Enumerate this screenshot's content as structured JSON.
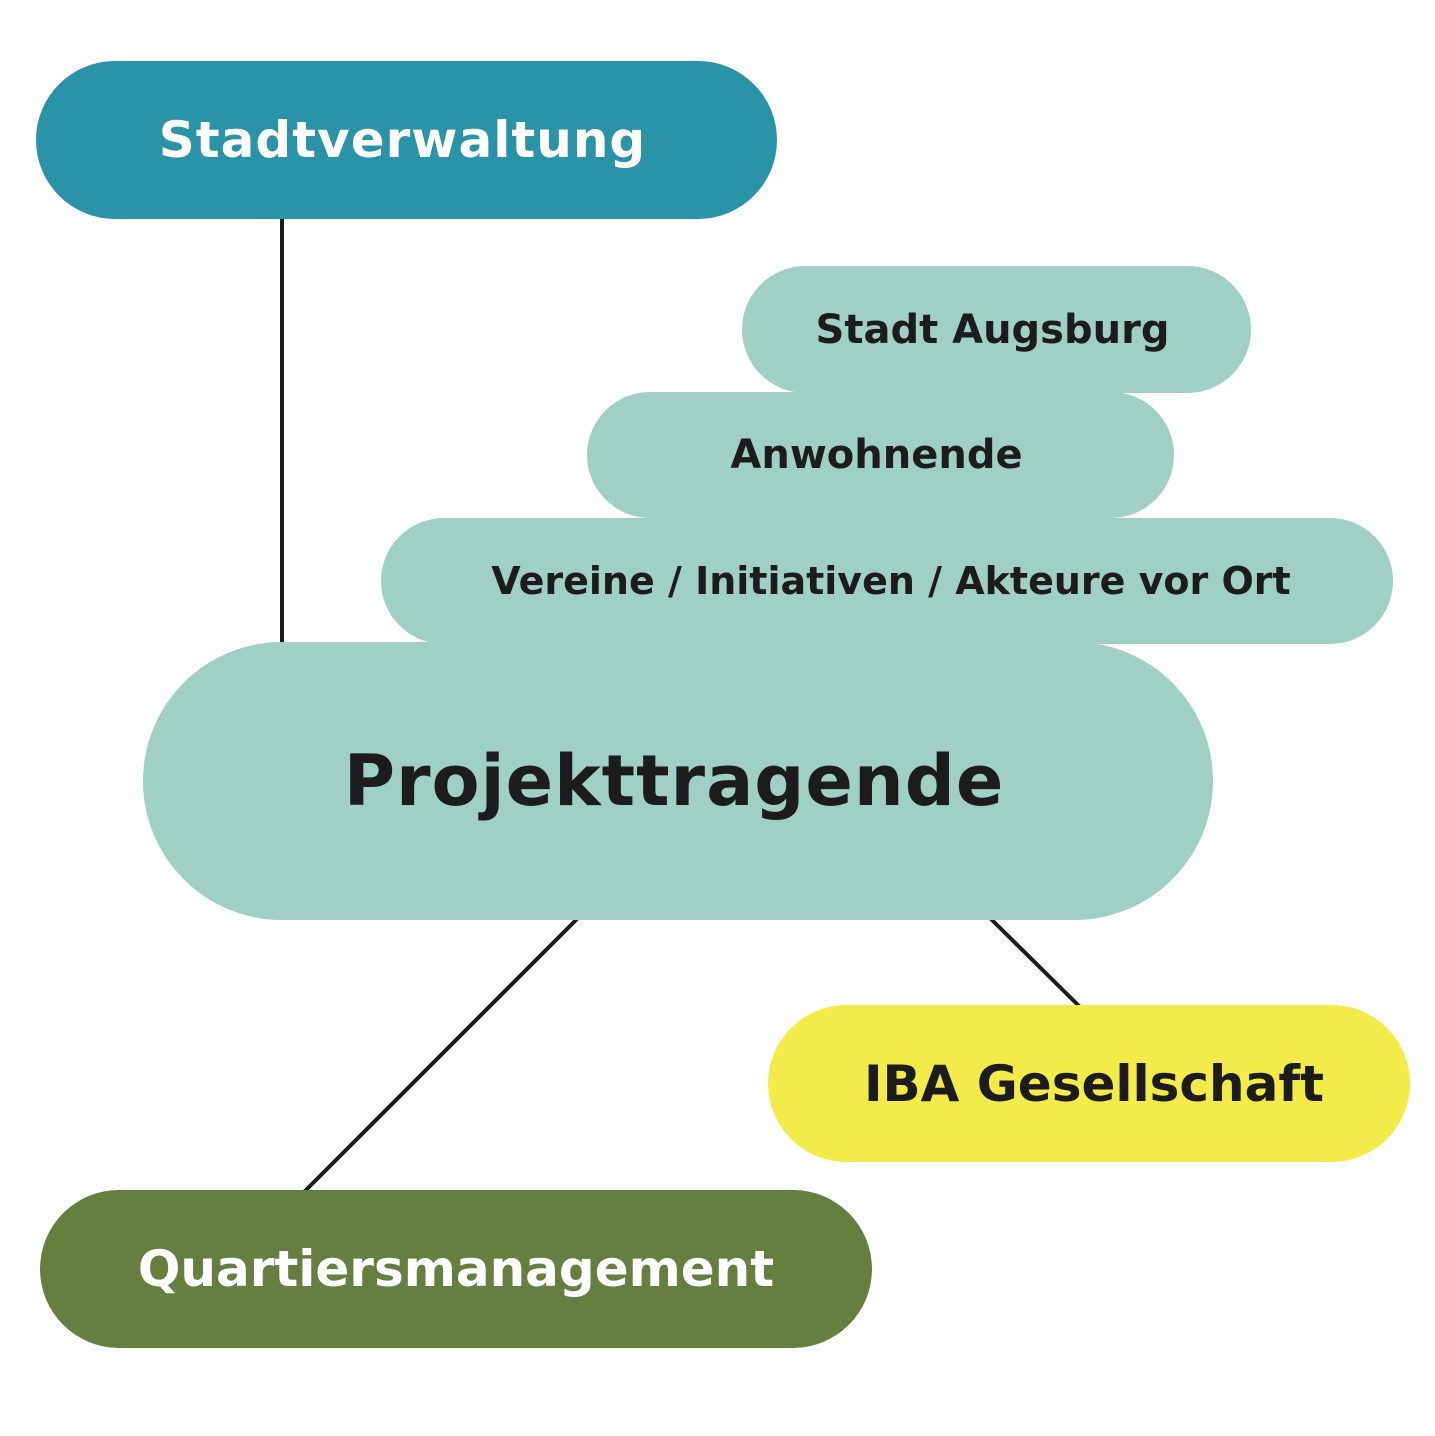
{
  "colors": {
    "background": "#ffffff",
    "teal_blue": "#2b93a8",
    "mint": "#a0cfc4",
    "yellow": "#f3eb4a",
    "olive_green": "#667e40",
    "line": "#1c1c1c",
    "dark_text": "#1c1c1c",
    "light_text": "#ffffff"
  },
  "nodes": {
    "stadtverwaltung": {
      "label": "Stadtverwaltung",
      "fill": "#2b93a8"
    },
    "stadt_augsburg": {
      "label": "Stadt Augsburg",
      "fill": "#a0cfc4"
    },
    "anwohnende": {
      "label": "Anwohnende",
      "fill": "#a0cfc4"
    },
    "vereine": {
      "label": "Vereine / Initiativen / Akteure vor Ort",
      "fill": "#a0cfc4"
    },
    "projekttragende": {
      "label": "Projekttragende",
      "fill": "#a0cfc4"
    },
    "iba_gesellschaft": {
      "label": "IBA Gesellschaft",
      "fill": "#f3eb4a"
    },
    "quartiersmanagement": {
      "label": "Quartiersmanagement",
      "fill": "#667e40"
    }
  },
  "edges": [
    {
      "from": "Stadtverwaltung",
      "to": "Projekttragende"
    },
    {
      "from": "Projekttragende",
      "to": "Quartiersmanagement"
    },
    {
      "from": "Projekttragende",
      "to": "IBA Gesellschaft"
    }
  ]
}
